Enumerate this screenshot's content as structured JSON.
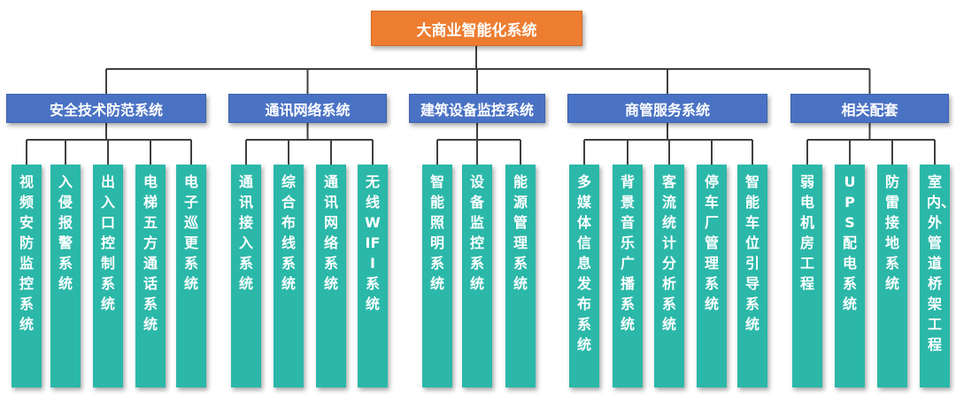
{
  "root": "大商业智能化系统",
  "categories": [
    {
      "label": "安全技术防范系统",
      "items": [
        "视频安防监控系统",
        "入侵报警系统",
        "出入口控制系统",
        "电梯五方通话系统",
        "电子巡更系统"
      ]
    },
    {
      "label": "通讯网络系统",
      "items": [
        "通讯接入系统",
        "综合布线系统",
        "通讯网络系统",
        "无线WIFI系统"
      ]
    },
    {
      "label": "建筑设备监控系统",
      "items": [
        "智能照明系统",
        "设备监控系统",
        "能源管理系统"
      ]
    },
    {
      "label": "商管服务系统",
      "items": [
        "多媒体信息发布系统",
        "背景音乐广播系统",
        "客流统计分析系统",
        "停车厂管理系统",
        "智能车位引导系统"
      ]
    },
    {
      "label": "相关配套",
      "items": [
        "弱电机房工程",
        "UPS配电系统",
        "防雷接地系统",
        "室内、外管道桥架工程"
      ]
    }
  ],
  "colors": {
    "root": "#ed7d31",
    "category": "#4a72c4",
    "leaf": "#2bb8a9",
    "connector": "#404040"
  }
}
